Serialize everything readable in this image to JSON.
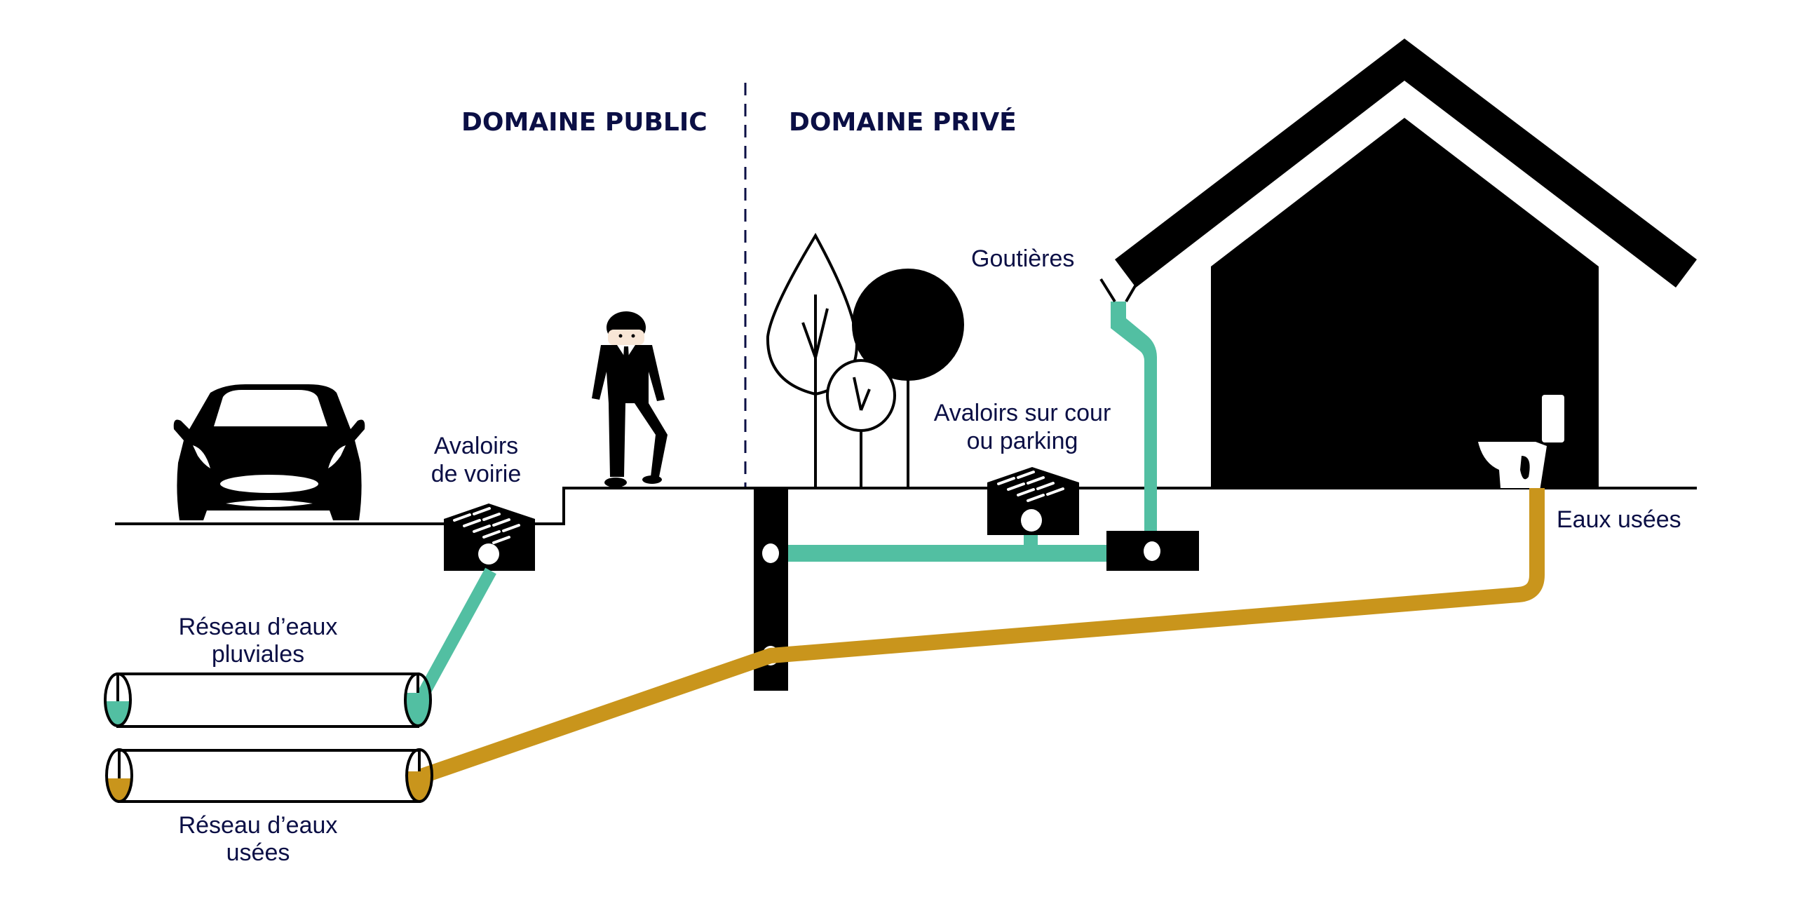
{
  "diagram": {
    "type": "sanitation-network-cross-section",
    "colors": {
      "text": "#0b0f45",
      "stormwater": "#52bfa2",
      "wastewater": "#c9951c",
      "silhouette": "#000000",
      "background": "#ffffff"
    },
    "headings": {
      "public": "DOMAINE PUBLIC",
      "private": "DOMAINE PRIVÉ"
    },
    "labels": {
      "street_drains": [
        "Avaloirs",
        "de voirie"
      ],
      "stormwater_network": [
        "Réseau d’eaux",
        "pluviales"
      ],
      "wastewater_network": [
        "Réseau d’eaux",
        "usées"
      ],
      "gutters": "Goutières",
      "yard_drains": [
        "Avaloirs sur cour",
        "ou parking"
      ],
      "wastewater_outlet": "Eaux usées"
    },
    "icons": [
      "car-icon",
      "person-icon",
      "tree-icon",
      "house-icon",
      "toilet-icon",
      "street-drain-icon",
      "yard-drain-icon",
      "inspection-chamber-icon",
      "pipe-icon"
    ],
    "flows": [
      {
        "from": "Avaloirs de voirie",
        "to": "Réseau d’eaux pluviales",
        "kind": "stormwater"
      },
      {
        "from": "Goutières",
        "to": "regard de branchement (domaine privé/public)",
        "kind": "stormwater"
      },
      {
        "from": "Avaloirs sur cour ou parking",
        "to": "regard de branchement",
        "kind": "stormwater"
      },
      {
        "from": "Eaux usées (toilettes)",
        "to": "Réseau d’eaux usées",
        "kind": "wastewater"
      }
    ]
  }
}
